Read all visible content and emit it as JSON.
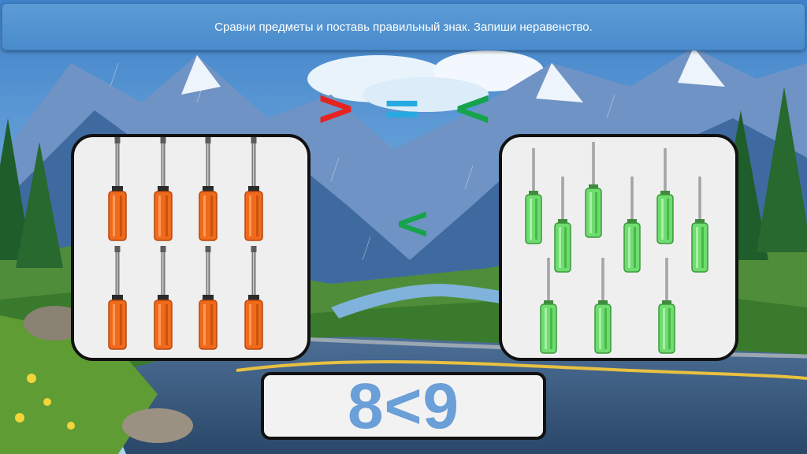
{
  "instruction": "Сравни предметы и поставь правильный знак. Запиши неравенство.",
  "sign_options": [
    {
      "symbol": ">",
      "color": "#e52421"
    },
    {
      "symbol": "=",
      "color": "#27aae1"
    },
    {
      "symbol": "<",
      "color": "#16a34a"
    }
  ],
  "selected_sign": "<",
  "left_group": {
    "item": "orange-screwdriver",
    "count": 8,
    "color": "#f06a1c"
  },
  "right_group": {
    "item": "green-screwdriver",
    "count": 9,
    "color": "#6fdc6f"
  },
  "answer": "8<9"
}
